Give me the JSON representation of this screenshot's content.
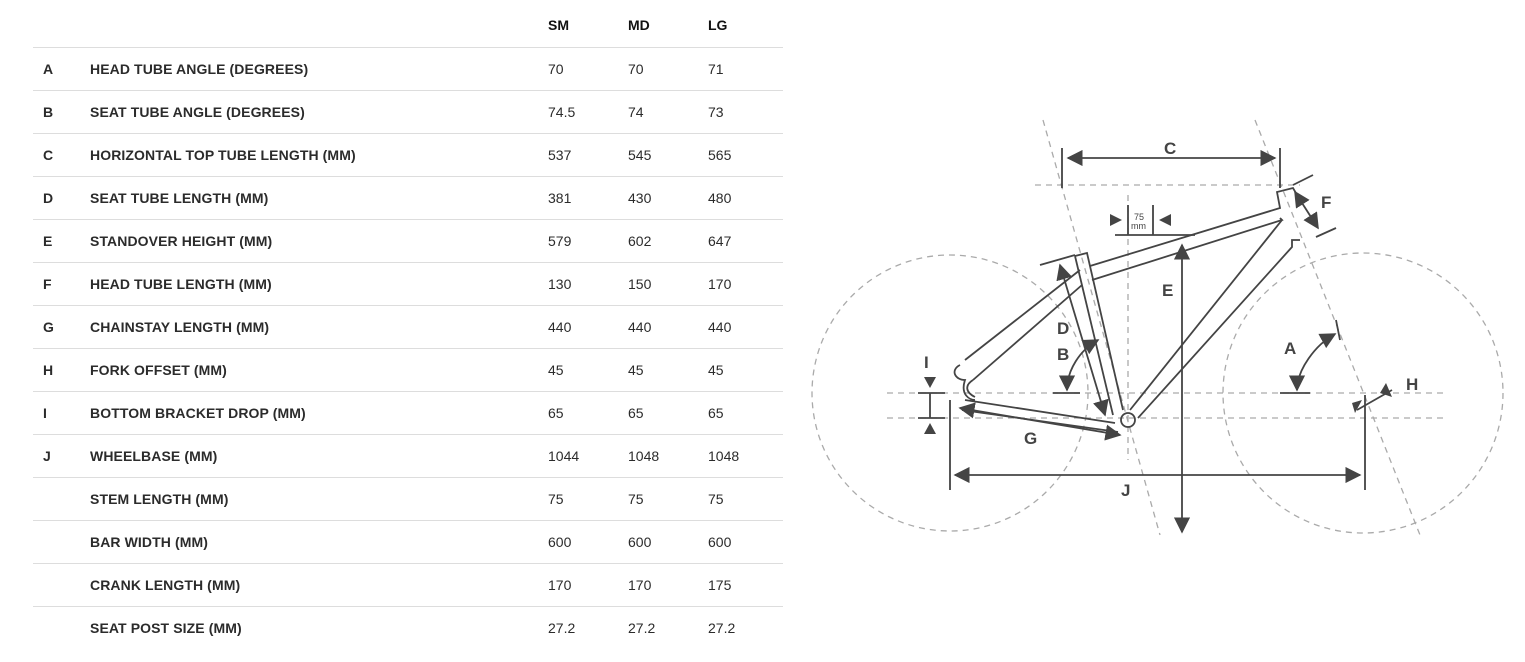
{
  "table": {
    "headers": [
      "SM",
      "MD",
      "LG"
    ],
    "rows": [
      {
        "letter": "A",
        "name": "HEAD TUBE ANGLE (DEGREES)",
        "sm": "70",
        "md": "70",
        "lg": "71"
      },
      {
        "letter": "B",
        "name": "SEAT TUBE ANGLE (DEGREES)",
        "sm": "74.5",
        "md": "74",
        "lg": "73"
      },
      {
        "letter": "C",
        "name": "HORIZONTAL TOP TUBE LENGTH (MM)",
        "sm": "537",
        "md": "545",
        "lg": "565"
      },
      {
        "letter": "D",
        "name": "SEAT TUBE LENGTH (MM)",
        "sm": "381",
        "md": "430",
        "lg": "480"
      },
      {
        "letter": "E",
        "name": "STANDOVER HEIGHT (MM)",
        "sm": "579",
        "md": "602",
        "lg": "647"
      },
      {
        "letter": "F",
        "name": "HEAD TUBE LENGTH (MM)",
        "sm": "130",
        "md": "150",
        "lg": "170"
      },
      {
        "letter": "G",
        "name": "CHAINSTAY LENGTH (MM)",
        "sm": "440",
        "md": "440",
        "lg": "440"
      },
      {
        "letter": "H",
        "name": "FORK OFFSET (MM)",
        "sm": "45",
        "md": "45",
        "lg": "45"
      },
      {
        "letter": "I",
        "name": "BOTTOM BRACKET DROP (MM)",
        "sm": "65",
        "md": "65",
        "lg": "65"
      },
      {
        "letter": "J",
        "name": "WHEELBASE (MM)",
        "sm": "1044",
        "md": "1048",
        "lg": "1048"
      },
      {
        "letter": "",
        "name": "STEM LENGTH (MM)",
        "sm": "75",
        "md": "75",
        "lg": "75"
      },
      {
        "letter": "",
        "name": "BAR WIDTH (MM)",
        "sm": "600",
        "md": "600",
        "lg": "600"
      },
      {
        "letter": "",
        "name": "CRANK LENGTH (MM)",
        "sm": "170",
        "md": "170",
        "lg": "175"
      },
      {
        "letter": "",
        "name": "SEAT POST SIZE (MM)",
        "sm": "27.2",
        "md": "27.2",
        "lg": "27.2"
      }
    ]
  },
  "diagram": {
    "labels": {
      "A": "A",
      "B": "B",
      "C": "C",
      "D": "D",
      "E": "E",
      "F": "F",
      "G": "G",
      "H": "H",
      "I": "I",
      "J": "J"
    },
    "standover_offset_value": "75",
    "standover_offset_unit": "mm",
    "line_color": "#444444",
    "guide_color": "#aaaaaa"
  }
}
